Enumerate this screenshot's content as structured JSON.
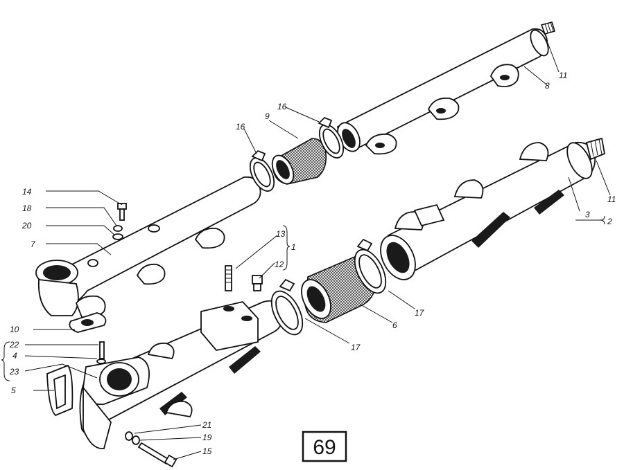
{
  "figure_number": "69",
  "callouts": {
    "n1": "1",
    "n2": "2",
    "n3": "3",
    "n4": "4",
    "n5": "5",
    "n6": "6",
    "n7": "7",
    "n8": "8",
    "n9": "9",
    "n10": "10",
    "n11a": "11",
    "n11b": "11",
    "n12": "12",
    "n13": "13",
    "n14": "14",
    "n15": "15",
    "n16a": "16",
    "n16b": "16",
    "n17a": "17",
    "n17b": "17",
    "n18": "18",
    "n19": "19",
    "n20": "20",
    "n21": "21",
    "n22": "22",
    "n23": "23"
  }
}
